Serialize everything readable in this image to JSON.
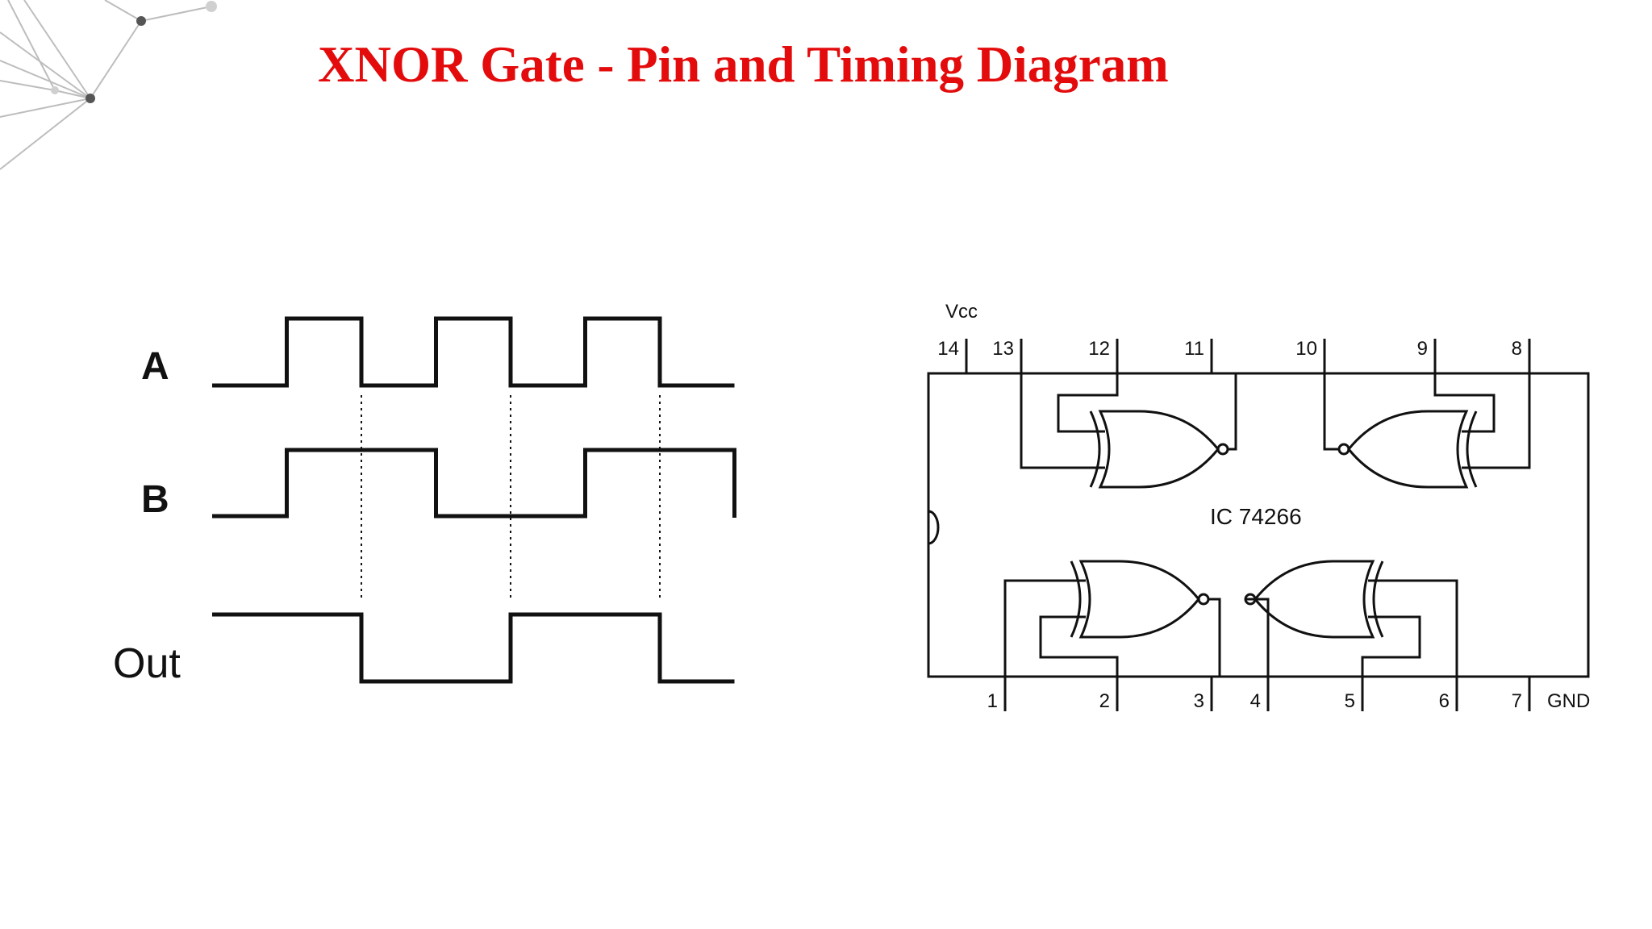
{
  "slide": {
    "title": "XNOR Gate - Pin and Timing Diagram",
    "title_color": "#e30b0b"
  },
  "timing_diagram": {
    "signals": [
      {
        "label": "A",
        "levels": [
          0,
          1,
          0,
          1,
          0,
          1,
          0
        ]
      },
      {
        "label": "B",
        "levels": [
          0,
          1,
          1,
          0,
          0,
          1,
          1
        ]
      },
      {
        "label": "Out",
        "levels": [
          1,
          1,
          0,
          0,
          1,
          1,
          0
        ]
      }
    ]
  },
  "ic_diagram": {
    "ic_label": "IC 74266",
    "vcc_label": "Vcc",
    "gnd_label": "GND",
    "top_pins": [
      "14",
      "13",
      "12",
      "11",
      "10",
      "9",
      "8"
    ],
    "bottom_pins": [
      "1",
      "2",
      "3",
      "4",
      "5",
      "6",
      "7"
    ]
  },
  "colors": {
    "line": "#111111",
    "decoration": "#bfbfbf",
    "decoration_node": "#555555"
  }
}
